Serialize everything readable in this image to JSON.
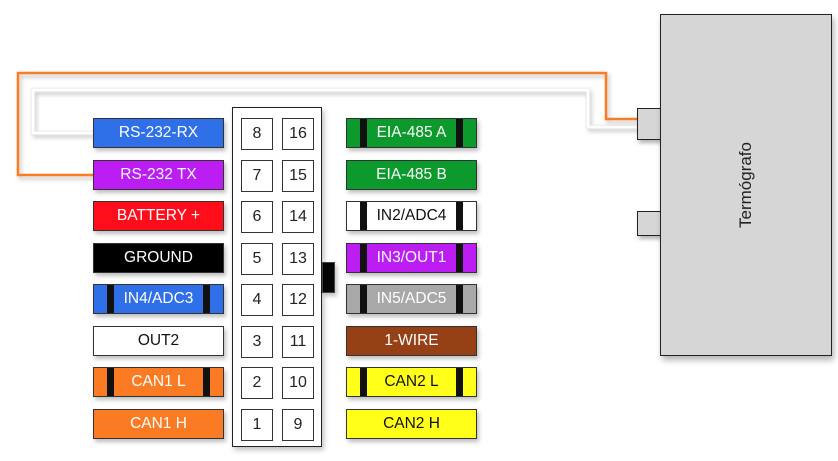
{
  "diagram": {
    "device": {
      "name": "Termógrafo",
      "fill": "#d6d6d6"
    },
    "connector": {
      "left_pins": [
        "8",
        "7",
        "6",
        "5",
        "4",
        "3",
        "2",
        "1"
      ],
      "right_pins": [
        "16",
        "15",
        "14",
        "13",
        "12",
        "11",
        "10",
        "9"
      ]
    },
    "left_labels": [
      {
        "text": "RS-232-RX",
        "pin": "8",
        "bg": "#2f6fe8",
        "fg": "#ffffff",
        "striped": false
      },
      {
        "text": "RS-232 TX",
        "pin": "7",
        "bg": "#bb1df2",
        "fg": "#ffffff",
        "striped": false
      },
      {
        "text": "BATTERY +",
        "pin": "6",
        "bg": "#ff0d1a",
        "fg": "#ffffff",
        "striped": false
      },
      {
        "text": "GROUND",
        "pin": "5",
        "bg": "#000000",
        "fg": "#ffffff",
        "striped": false
      },
      {
        "text": "IN4/ADC3",
        "pin": "4",
        "bg": "#2f6fe8",
        "fg": "#ffffff",
        "striped": true
      },
      {
        "text": "OUT2",
        "pin": "3",
        "bg": "#ffffff",
        "fg": "#111111",
        "striped": false
      },
      {
        "text": "CAN1 L",
        "pin": "2",
        "bg": "#fb7b24",
        "fg": "#ffffff",
        "striped": true
      },
      {
        "text": "CAN1 H",
        "pin": "1",
        "bg": "#fb7b24",
        "fg": "#ffffff",
        "striped": false
      }
    ],
    "right_labels": [
      {
        "text": "EIA-485 A",
        "pin": "16",
        "bg": "#0d9a2c",
        "fg": "#ffffff",
        "striped": true
      },
      {
        "text": "EIA-485 B",
        "pin": "15",
        "bg": "#0d9a2c",
        "fg": "#ffffff",
        "striped": false
      },
      {
        "text": "IN2/ADC4",
        "pin": "14",
        "bg": "#ffffff",
        "fg": "#111111",
        "striped": true
      },
      {
        "text": "IN3/OUT1",
        "pin": "13",
        "bg": "#bb1df2",
        "fg": "#ffffff",
        "striped": true
      },
      {
        "text": "IN5/ADC5",
        "pin": "12",
        "bg": "#a8a8a8",
        "fg": "#ffffff",
        "striped": true
      },
      {
        "text": "1-WIRE",
        "pin": "11",
        "bg": "#954015",
        "fg": "#ffffff",
        "striped": false
      },
      {
        "text": "CAN2 L",
        "pin": "10",
        "bg": "#ffff1a",
        "fg": "#111111",
        "striped": true
      },
      {
        "text": "CAN2 H",
        "pin": "9",
        "bg": "#ffff1a",
        "fg": "#111111",
        "striped": false
      }
    ],
    "wires": [
      {
        "name": "rx-wire",
        "from": "RS-232-RX",
        "to": "Termógrafo port 1",
        "color": "#ffffff"
      },
      {
        "name": "tx-wire",
        "from": "RS-232 TX",
        "to": "Termógrafo port 1",
        "color": "#fb7b24"
      }
    ]
  }
}
